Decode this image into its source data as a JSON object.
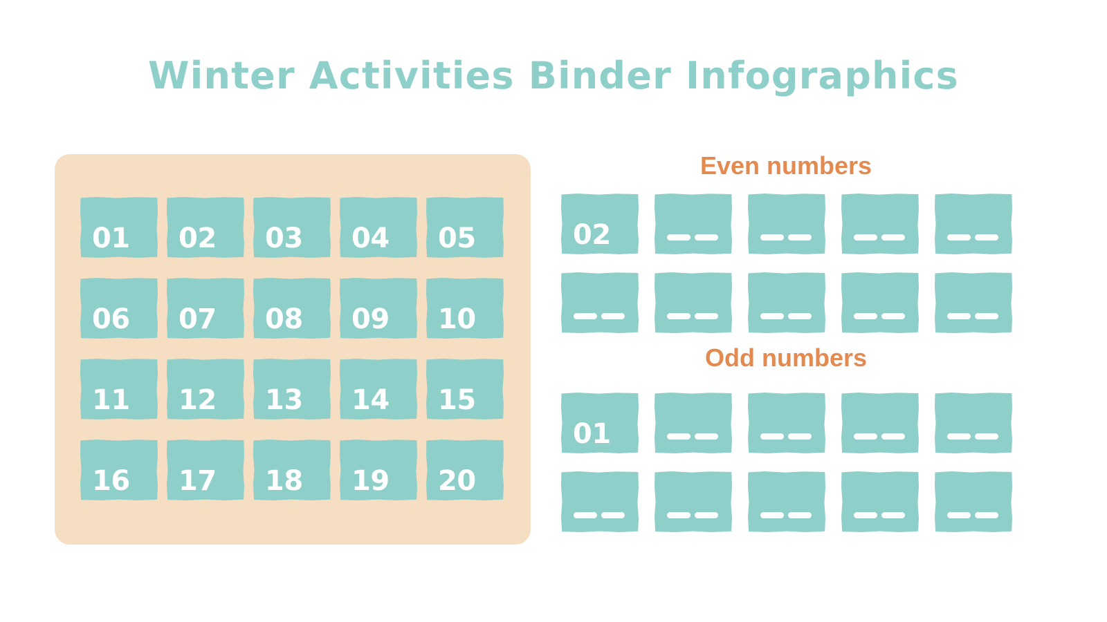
{
  "page": {
    "title": "Winter Activities Binder Infographics",
    "background_color": "#FFFFFF"
  },
  "colors": {
    "teal": "#8ECFC9",
    "beige_panel": "#F6DEC2",
    "orange_heading": "#E28A50",
    "tile_text": "#FFFFFF"
  },
  "number_grid": {
    "rows": [
      [
        "01",
        "02",
        "03",
        "04",
        "05"
      ],
      [
        "06",
        "07",
        "08",
        "09",
        "10"
      ],
      [
        "11",
        "12",
        "13",
        "14",
        "15"
      ],
      [
        "16",
        "17",
        "18",
        "19",
        "20"
      ]
    ]
  },
  "sections": [
    {
      "id": "even",
      "heading": "Even numbers",
      "rows": [
        [
          "02",
          "",
          "",
          "",
          ""
        ],
        [
          "",
          "",
          "",
          "",
          ""
        ]
      ]
    },
    {
      "id": "odd",
      "heading": "Odd numbers",
      "rows": [
        [
          "01",
          "",
          "",
          "",
          ""
        ],
        [
          "",
          "",
          "",
          "",
          ""
        ]
      ]
    }
  ]
}
